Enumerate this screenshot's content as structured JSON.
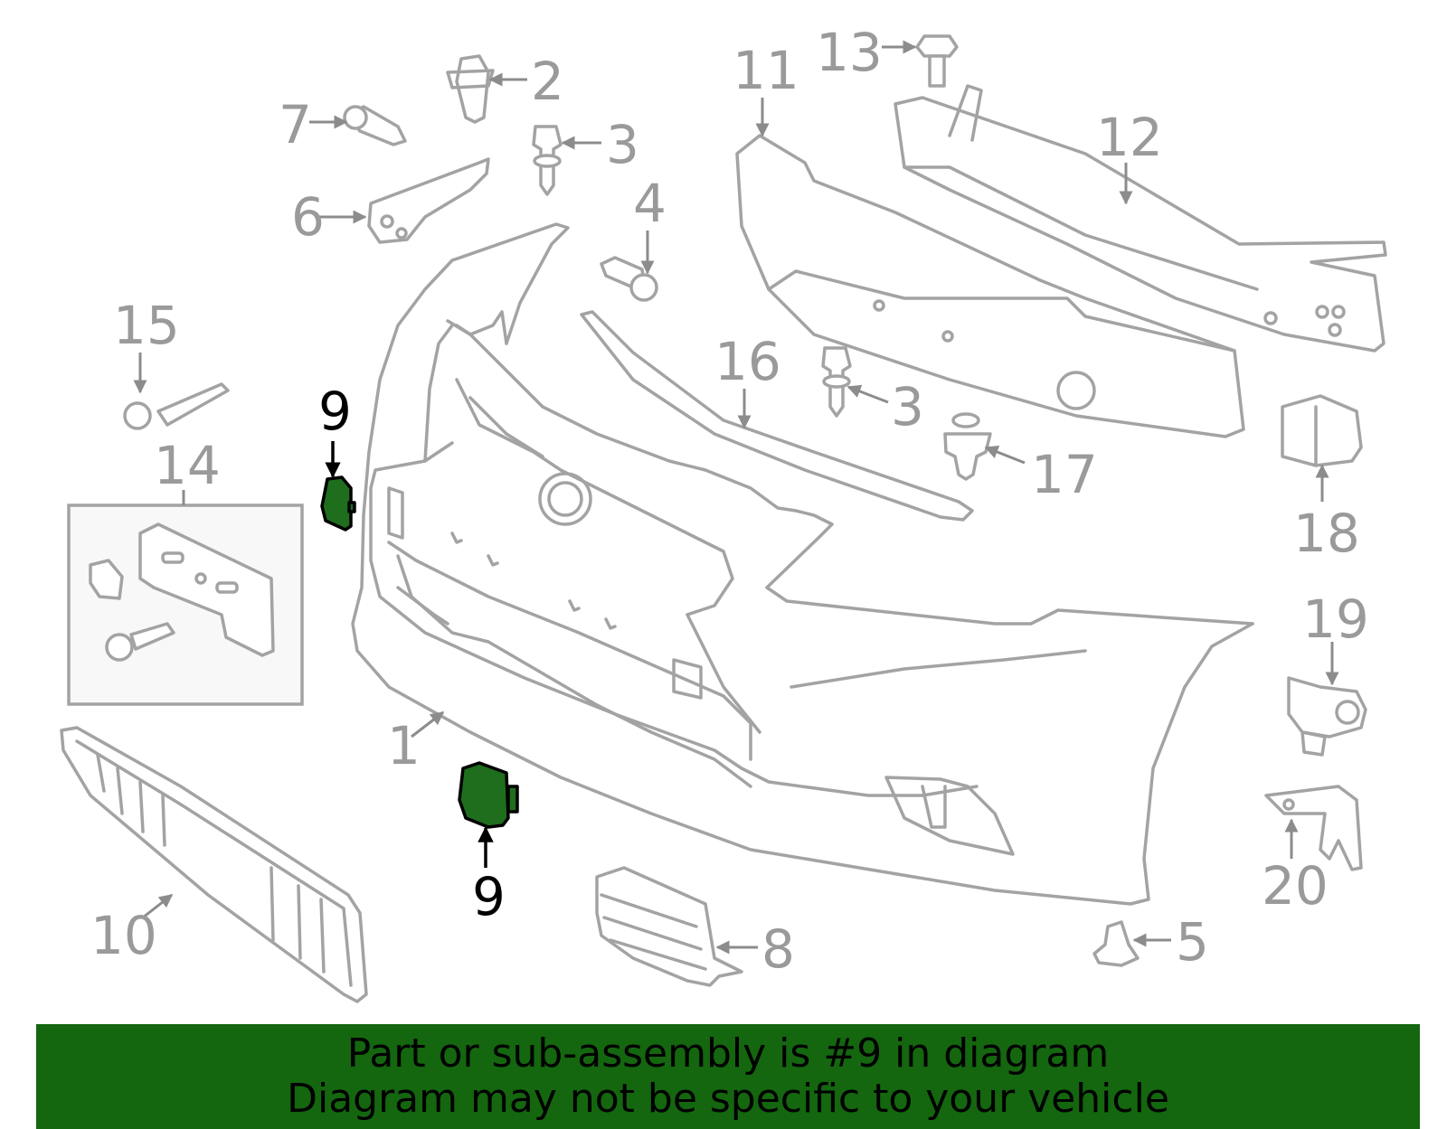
{
  "callouts": {
    "c1": "1",
    "c2": "2",
    "c3a": "3",
    "c3b": "3",
    "c4": "4",
    "c5": "5",
    "c6": "6",
    "c7": "7",
    "c8": "8",
    "c9a": "9",
    "c9b": "9",
    "c10": "10",
    "c11": "11",
    "c12": "12",
    "c13": "13",
    "c14": "14",
    "c15": "15",
    "c16": "16",
    "c17": "17",
    "c18": "18",
    "c19": "19",
    "c20": "20"
  },
  "highlight": {
    "part_number": "9",
    "color": "#1e6e1e"
  },
  "banner": {
    "line1": "Part or sub-assembly is #9 in diagram",
    "line2": "Diagram may not be specific to your vehicle",
    "background": "#14660f"
  }
}
